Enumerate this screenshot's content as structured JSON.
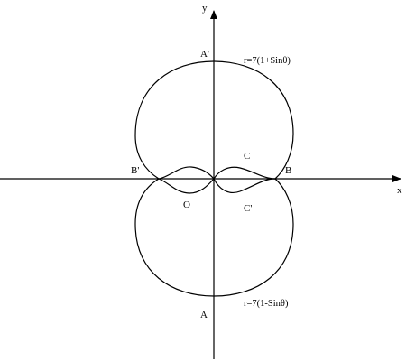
{
  "axes": {
    "x_label": "x",
    "y_label": "y"
  },
  "equations": {
    "upper": "r=7(1+Sinθ)",
    "lower": "r=7(1-Sinθ)"
  },
  "points": {
    "A_prime": "A'",
    "A": "A",
    "B_prime": "B'",
    "B": "B",
    "C": "C",
    "C_prime": "C'",
    "O": "O"
  }
}
